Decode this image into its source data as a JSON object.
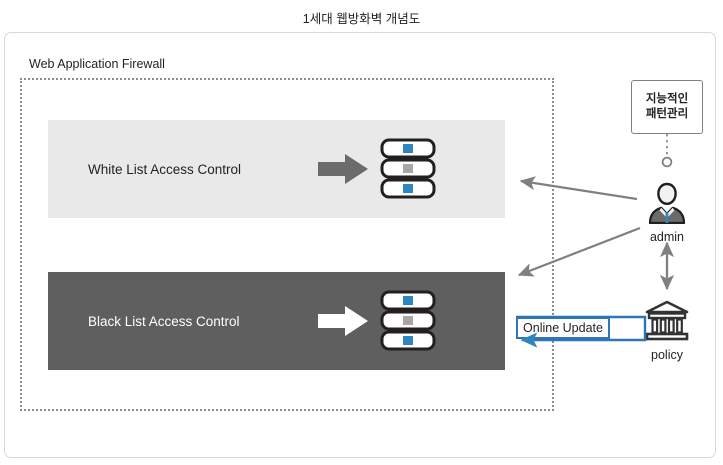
{
  "title": "1세대 웹방화벽 개념도",
  "frame": {
    "waf_label": "Web Application Firewall"
  },
  "panels": [
    {
      "id": "white-list",
      "label": "White List Access Control",
      "background": "#e9e9e9",
      "text_color": "#231f20",
      "arrow_color": "#6b6b6b",
      "server_icon": "server-icon"
    },
    {
      "id": "black-list",
      "label": "Black List Access Control",
      "background": "#5f5f5f",
      "text_color": "#ffffff",
      "arrow_color": "#ffffff",
      "server_icon": "server-icon"
    }
  ],
  "right_column": {
    "pattern_box": {
      "line1": "지능적인",
      "line2": "패턴관리"
    },
    "admin": {
      "label": "admin",
      "icon": "user-admin-icon"
    },
    "policy": {
      "label": "policy",
      "icon": "bank-policy-icon"
    }
  },
  "online_update": {
    "label": "Online Update",
    "color": "#2e75b6"
  },
  "colors": {
    "accent_blue": "#2e75b6",
    "server_blue": "#2e86c1",
    "arrow_gray": "#6b6b6b",
    "dark_panel": "#5f5f5f",
    "light_panel": "#e9e9e9",
    "frame_border": "#d9d9d9",
    "dotted_border": "#8c8c8c"
  }
}
